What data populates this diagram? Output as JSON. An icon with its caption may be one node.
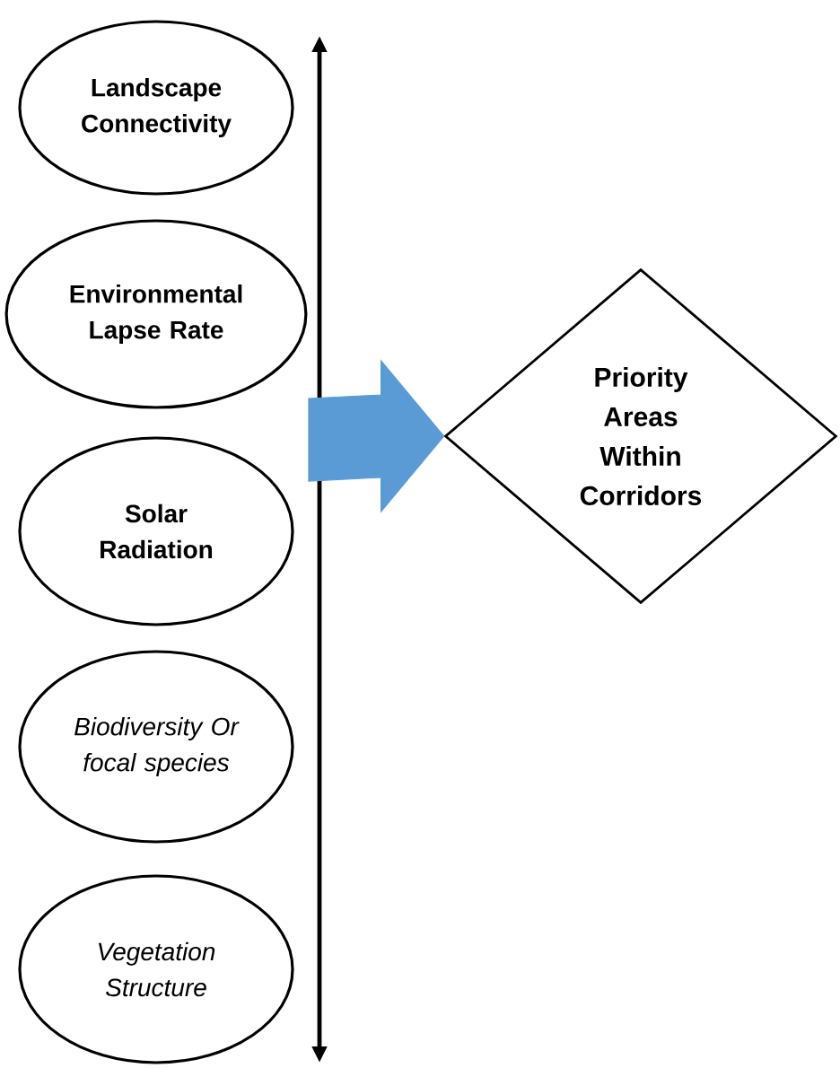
{
  "diagram": {
    "nodes": [
      {
        "text": [
          "Landscape Connectivity"
        ]
      },
      {
        "text": [
          "Environmental Lapse Rate"
        ]
      },
      {
        "text": [
          "Solar Radiation"
        ]
      },
      {
        "text": [
          "Biodiversity Or focal species"
        ]
      },
      {
        "text": [
          "Vegetation Structure"
        ]
      },
      {
        "text": [
          "Priority Areas Within Corridors"
        ]
      }
    ],
    "edges": [
      {
        "from": null,
        "to": 5,
        "arrow": "to",
        "style": "thick",
        "color": "#5b9bd5"
      }
    ]
  }
}
